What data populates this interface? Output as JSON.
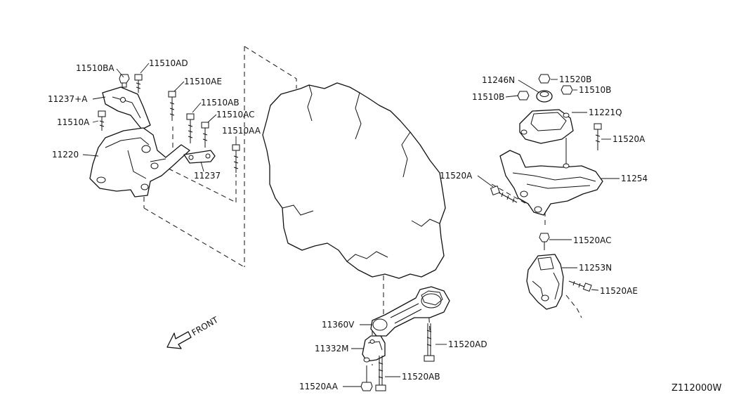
{
  "diagram_code": "Z112000W",
  "front_label": "FRONT",
  "callouts": {
    "c1": "11510BA",
    "c2": "11510AD",
    "c3": "11510AE",
    "c4": "11237+A",
    "c5": "11510AB",
    "c6": "11510A",
    "c7": "11510AC",
    "c8": "11510AA",
    "c9": "11220",
    "c10": "11237",
    "c11": "11246N",
    "c12": "11520B",
    "c13": "11510B",
    "c14": "11510B",
    "c15": "11221Q",
    "c16": "11520A",
    "c17": "11520A",
    "c18": "11254",
    "c19": "11520AC",
    "c20": "11253N",
    "c21": "11520AE",
    "c22": "11360V",
    "c23": "11520AD",
    "c24": "11332M",
    "c25": "11520AB",
    "c26": "11520AA"
  }
}
